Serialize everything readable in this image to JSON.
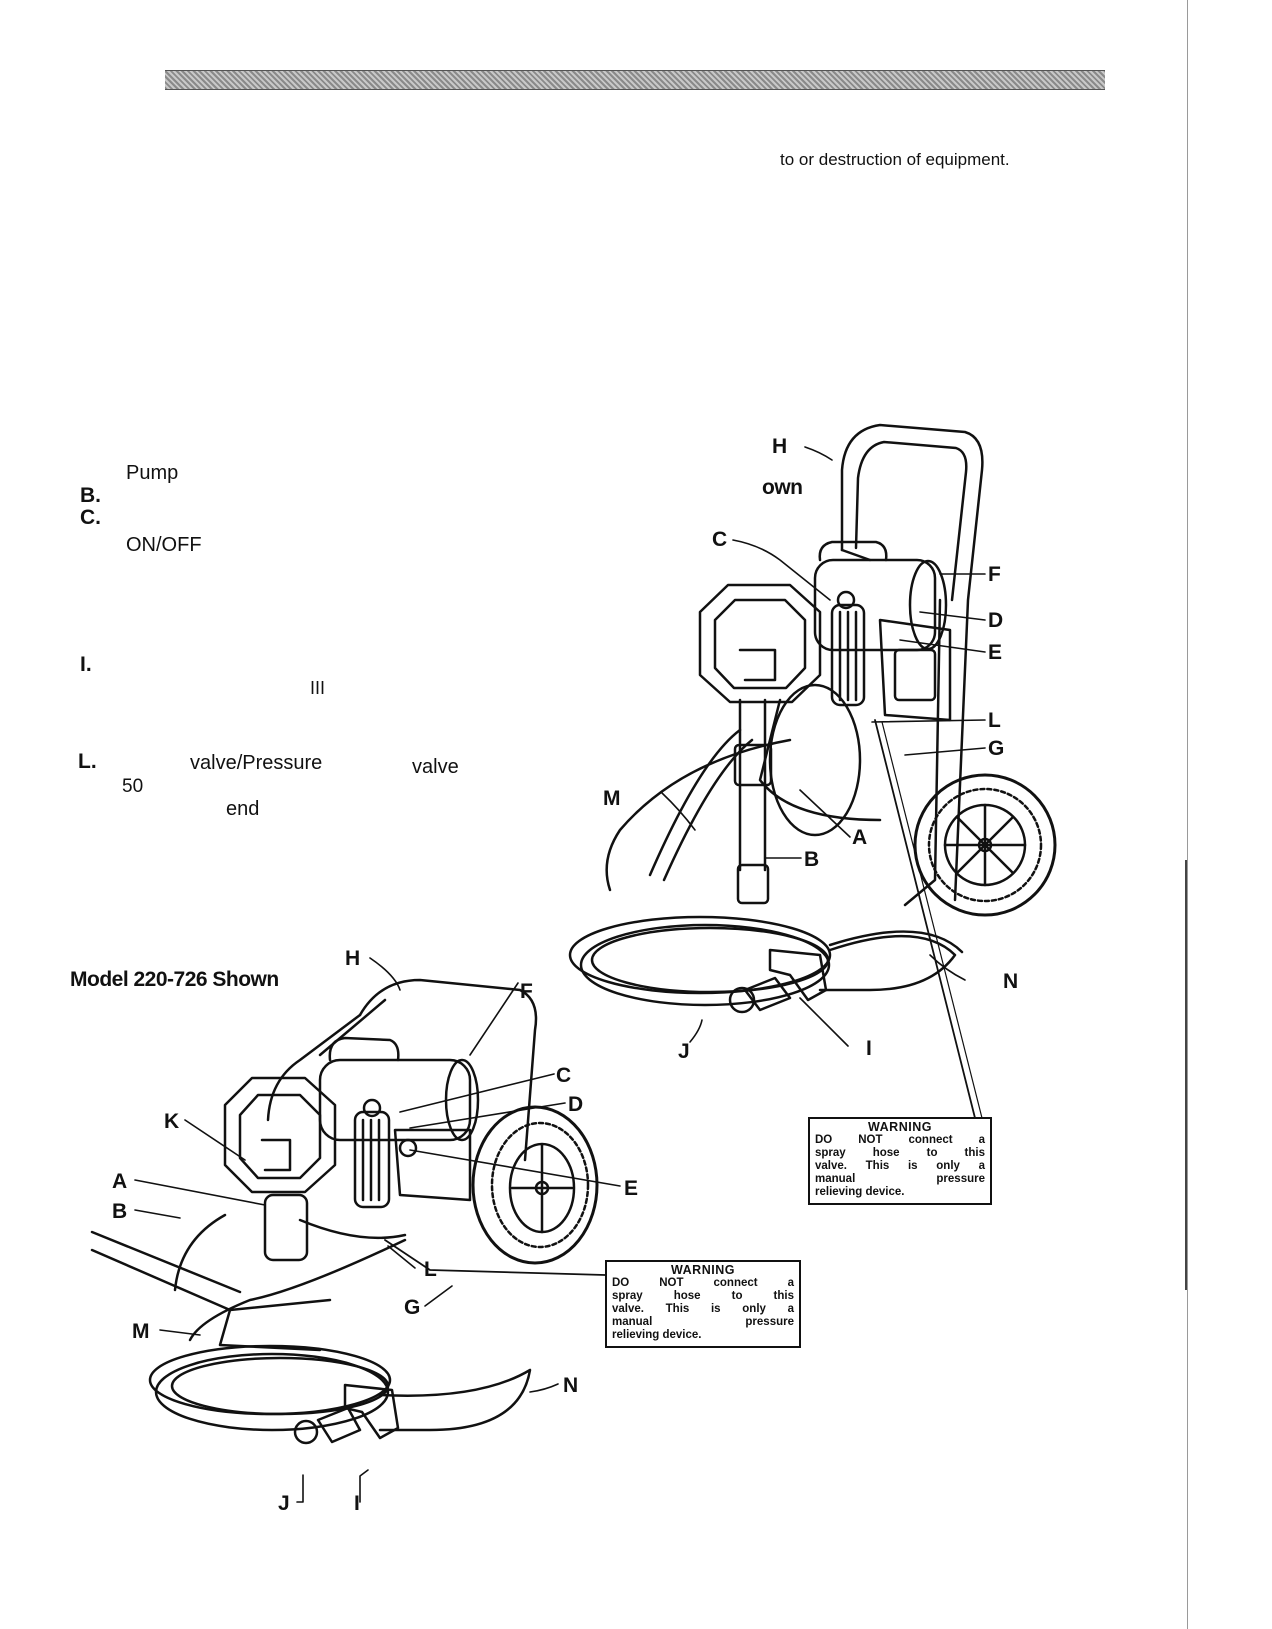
{
  "intro_text": "to or destruction of equipment.",
  "parts_list": {
    "pump": "Pump",
    "b_letter": "B.",
    "c_letter": "C.",
    "on_off": "ON/OFF",
    "i_letter": "I.",
    "iii_fragment": "III",
    "l_letter": "L.",
    "l_valve": "valve/Pressure",
    "l_valve2": "valve",
    "fifty": "50",
    "end": "end"
  },
  "shown_fragment": "own",
  "bottom_caption": "Model 220-726 Shown",
  "labels": {
    "a": "A",
    "b": "B",
    "c": "C",
    "d": "D",
    "e": "E",
    "f": "F",
    "g": "G",
    "h": "H",
    "i": "I",
    "j": "J",
    "k": "K",
    "l": "L",
    "m": "M",
    "n": "N"
  },
  "warning": {
    "title": "WARNING",
    "lines": [
      "DO NOT connect a",
      "spray hose to this",
      "valve. This is only a",
      "manual pressure",
      "relieving device."
    ]
  }
}
